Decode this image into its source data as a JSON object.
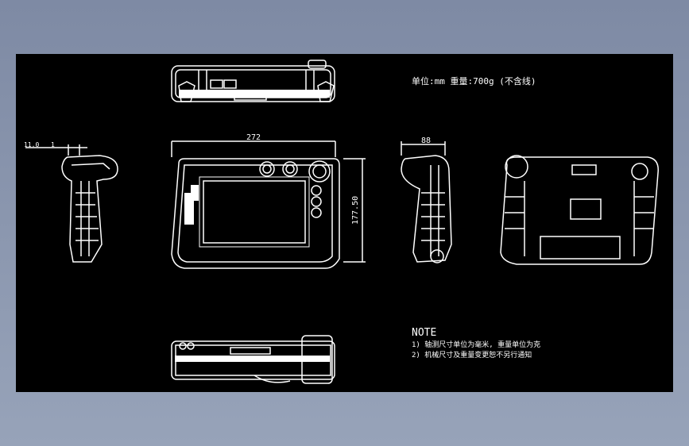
{
  "drawing": {
    "header_note": "单位:mm  重量:700g (不含线)",
    "dimensions": {
      "width": "272",
      "height": "177.50",
      "depth": "88",
      "side_small_left": "11.0",
      "side_small_right": "1"
    },
    "note_title": "NOTE",
    "note_lines": [
      "1) 轴测尺寸单位为毫米, 重量单位为克",
      "2) 机械尺寸及重量变更恕不另行通知"
    ]
  },
  "colors": {
    "background": "#8c98ae",
    "canvas": "#000000",
    "lines": "#ffffff"
  }
}
